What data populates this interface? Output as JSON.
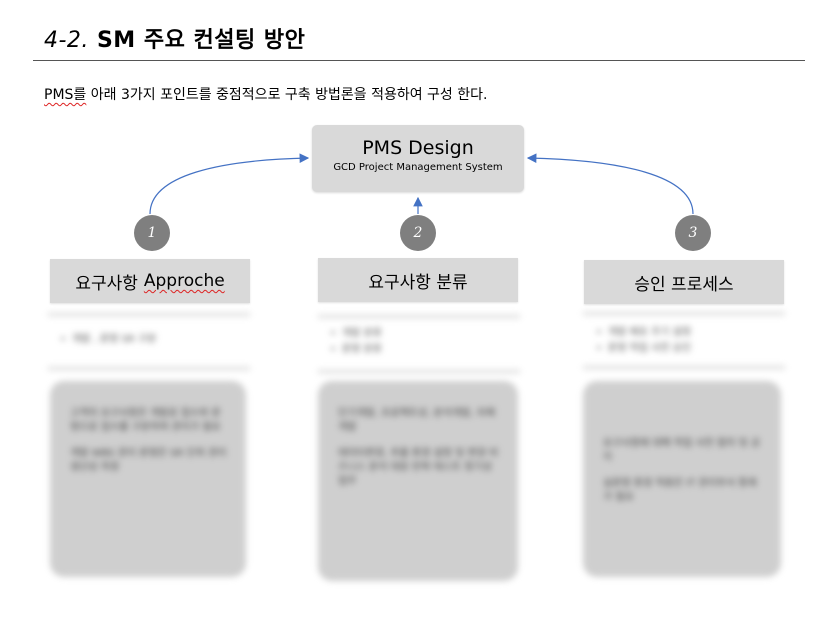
{
  "section": {
    "number": "4-2.",
    "title": "SM 주요 컨설팅 방안"
  },
  "intro": {
    "pms": "PMS를",
    "rest": " 아래 3가지 포인트를 중점적으로 구축 방법론을 적용하여 구성 한다."
  },
  "center_box": {
    "title": "PMS Design",
    "subtitle": "GCD Project Management System"
  },
  "points": [
    {
      "number": "1",
      "label_main": "요구사항 ",
      "label_term": "Approche",
      "bullets": [
        "개발 , 운영 SR 구분"
      ],
      "card": [
        "고객의 요구사항은 개발로 접수와 운영으로 접수를 구분하여 관리가 필요",
        "개발 WBS 관리 운영은 SR 단위 관리 생산성 측정"
      ]
    },
    {
      "number": "2",
      "label": "요구사항 분류",
      "bullets": [
        "개발 분류",
        "운영 분류"
      ],
      "card": [
        "단기개발, 프로젝트성, 분석개발, 자체개발",
        "데이터변경, 추출 환경 설정 및 변경 비즈니스 분석 대응 반복 테스트 정기성 업무"
      ]
    },
    {
      "number": "3",
      "label": "승인 프로세스",
      "bullets": [
        "개발 배포 주기 설정",
        "운영 작업 사전 승인"
      ],
      "card": [
        "요구사항에 대해 작업 사전 협의 및 공지",
        "실운영 환경 적용은 IT 관리부서 통제가 필요"
      ]
    }
  ]
}
